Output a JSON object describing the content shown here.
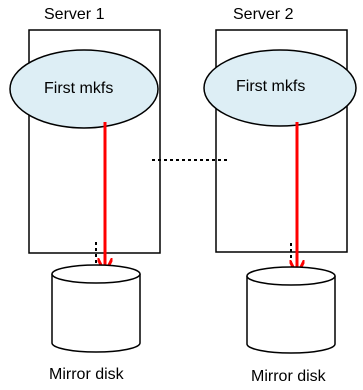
{
  "servers": [
    {
      "label": "Server 1",
      "process": "First mkfs",
      "disk": "Mirror disk"
    },
    {
      "label": "Server 2",
      "process": "First mkfs",
      "disk": "Mirror disk"
    }
  ],
  "colors": {
    "ellipse_fill": "#DDEEF5",
    "arrow": "#FF0000",
    "stroke": "#000000"
  }
}
